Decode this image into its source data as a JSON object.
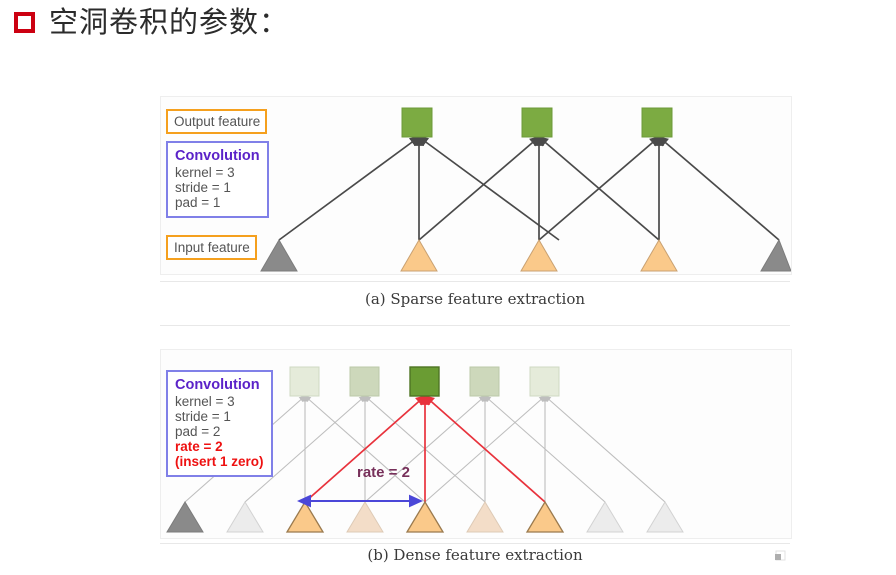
{
  "slide": {
    "title": "空洞卷积的参数：",
    "bullet_icon": "red-square-bullet"
  },
  "figure": {
    "panel_a": {
      "caption": "(a) Sparse feature extraction",
      "labels": {
        "output_feature": "Output feature",
        "input_feature": "Input feature"
      },
      "convolution_box": {
        "heading": "Convolution",
        "lines": [
          "kernel = 3",
          "stride = 1",
          "pad = 1"
        ]
      },
      "output_nodes": [
        {
          "index": 0,
          "shape": "square",
          "color": "#7cab42",
          "active": true
        },
        {
          "index": 1,
          "shape": "square",
          "color": "#7cab42",
          "active": true
        },
        {
          "index": 2,
          "shape": "square",
          "color": "#7cab42",
          "active": true
        }
      ],
      "input_nodes": [
        {
          "index": 0,
          "shape": "triangle",
          "color": "#8a8a8a",
          "active": false
        },
        {
          "index": 1,
          "shape": "triangle",
          "color": "#fac98a",
          "active": true
        },
        {
          "index": 2,
          "shape": "triangle",
          "color": "#fac98a",
          "active": true
        },
        {
          "index": 3,
          "shape": "triangle",
          "color": "#fac98a",
          "active": true
        },
        {
          "index": 4,
          "shape": "triangle",
          "color": "#8a8a8a",
          "active": false
        }
      ]
    },
    "panel_b": {
      "caption": "(b) Dense feature extraction",
      "convolution_box": {
        "heading": "Convolution",
        "lines": [
          "kernel = 3",
          "stride = 1",
          "pad = 2"
        ],
        "rate_line": "rate = 2",
        "note_line": "(insert 1 zero)"
      },
      "rate_annotation": "rate = 2",
      "output_nodes": [
        {
          "index": 0,
          "shape": "square",
          "color": "#e5ebda",
          "active": false
        },
        {
          "index": 1,
          "shape": "square",
          "color": "#cdd8bb",
          "active": false
        },
        {
          "index": 2,
          "shape": "square",
          "color": "#6a9c33",
          "active": true
        },
        {
          "index": 3,
          "shape": "square",
          "color": "#cdd8bb",
          "active": false
        },
        {
          "index": 4,
          "shape": "square",
          "color": "#e5ebda",
          "active": false
        }
      ],
      "input_nodes": [
        {
          "index": 0,
          "shape": "triangle",
          "color": "#8a8a8a",
          "active": false
        },
        {
          "index": 1,
          "shape": "triangle",
          "color": "#e6e6e6",
          "active": false
        },
        {
          "index": 2,
          "shape": "triangle",
          "color": "#fac98a",
          "active": true
        },
        {
          "index": 3,
          "shape": "triangle",
          "color": "#f3ddc8",
          "active": false
        },
        {
          "index": 4,
          "shape": "triangle",
          "color": "#fac98a",
          "active": true
        },
        {
          "index": 5,
          "shape": "triangle",
          "color": "#f3ddc8",
          "active": false
        },
        {
          "index": 6,
          "shape": "triangle",
          "color": "#fac98a",
          "active": true
        },
        {
          "index": 7,
          "shape": "triangle",
          "color": "#e6e6e6",
          "active": false
        },
        {
          "index": 8,
          "shape": "triangle",
          "color": "#e6e6e6",
          "active": false
        }
      ]
    },
    "colors": {
      "output_green": "#7cab42",
      "highlight_green": "#6a9c33",
      "input_orange": "#fac98a",
      "inactive_gray": "#8a8a8a",
      "edge_gray": "#4a4a4a",
      "highlight_red": "#e8323c",
      "rate_arrow_blue": "#4b47d8",
      "label_border_orange": "#f5a01e",
      "label_border_purple": "#8080e8",
      "conv_heading_purple": "#5b22c8",
      "conv_red": "#ee1111",
      "bullet_red": "#cc0011"
    }
  }
}
